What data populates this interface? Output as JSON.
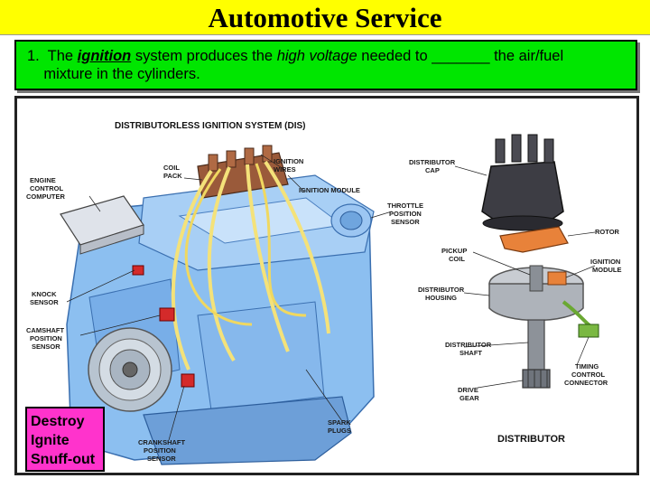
{
  "header": {
    "title": "Automotive Service"
  },
  "question": {
    "number": "1.",
    "part1": "The",
    "ignition": "ignition",
    "part2": "system produces the",
    "high_voltage": "high voltage",
    "part3": "needed to _______ the air/fuel",
    "line2": "mixture in the cylinders."
  },
  "figure": {
    "title": "DISTRIBUTORLESS IGNITION SYSTEM (DIS)",
    "labels": {
      "coil_pack": [
        "COIL",
        "PACK"
      ],
      "ignition_wires": [
        "IGNITION",
        "WIRES"
      ],
      "ignition_module": "IGNITION MODULE",
      "engine_control_computer": [
        "ENGINE",
        "CONTROL",
        "COMPUTER"
      ],
      "throttle_position_sensor": [
        "THROTTLE",
        "POSITION",
        "SENSOR"
      ],
      "knock_sensor": [
        "KNOCK",
        "SENSOR"
      ],
      "camshaft_position_sensor": [
        "CAMSHAFT",
        "POSITION",
        "SENSOR"
      ],
      "crankshaft_position_sensor": [
        "CRANKSHAFT",
        "POSITION",
        "SENSOR"
      ],
      "spark_plugs": [
        "SPARK",
        "PLUGS"
      ],
      "distributor_cap": [
        "DISTRIBUTOR",
        "CAP"
      ],
      "rotor": "ROTOR",
      "pickup_coil": [
        "PICKUP",
        "COIL"
      ],
      "ignition_module_dist": [
        "IGNITION",
        "MODULE"
      ],
      "distributor_housing": [
        "DISTRIBUTOR",
        "HOUSING"
      ],
      "distributor_shaft": [
        "DISTRIBUTOR",
        "SHAFT"
      ],
      "timing_control_connector": [
        "TIMING",
        "CONTROL",
        "CONNECTOR"
      ],
      "drive_gear": [
        "DRIVE",
        "GEAR"
      ],
      "distributor": "DISTRIBUTOR"
    }
  },
  "answers": [
    "Destroy",
    "Ignite",
    "Snuff-out"
  ],
  "colors": {
    "title_bar": "#ffff00",
    "question_box": "#00e600",
    "answer_box": "#ff33cc",
    "engine_blue": "#7fb6ec",
    "wire_yellow": "#f4e27a"
  }
}
